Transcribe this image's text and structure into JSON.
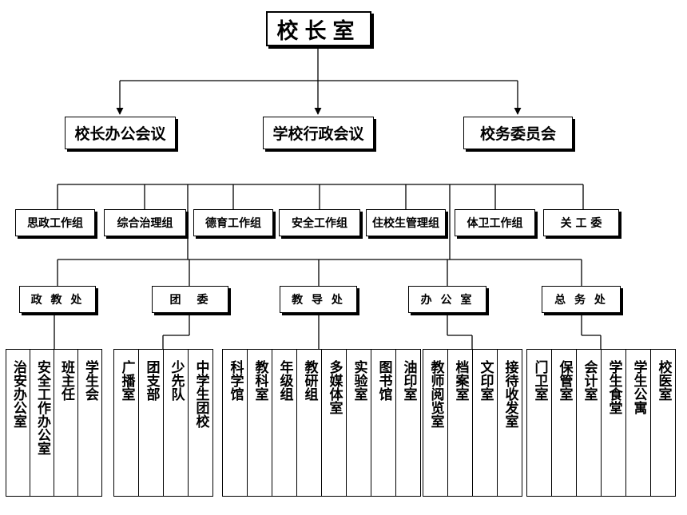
{
  "principal": "校长室",
  "councils": [
    "校长办公会议",
    "学校行政会议",
    "校务委员会"
  ],
  "groups": [
    "思政工作组",
    "综合治理组",
    "德育工作组",
    "安全工作组",
    "住校生管理组",
    "体卫工作组",
    "关 工 委"
  ],
  "departments": [
    {
      "name": "政 教 处",
      "units": [
        "治安办公室",
        "安全工作办公室",
        "班主任",
        "学生会"
      ]
    },
    {
      "name": "团　委",
      "units": [
        "广播室",
        "团支部",
        "少先队",
        "中学生团校"
      ]
    },
    {
      "name": "教 导 处",
      "units": [
        "科学馆",
        "教科室",
        "年级组",
        "教研组",
        "多媒体室",
        "实验室",
        "图书馆",
        "油印室"
      ]
    },
    {
      "name": "办 公 室",
      "units": [
        "教师阅览室",
        "档案室",
        "文印室",
        "接待收发室"
      ]
    },
    {
      "name": "总 务 处",
      "units": [
        "门卫室",
        "保管室",
        "会计室",
        "学生食堂",
        "学生公寓",
        "校医室"
      ]
    }
  ]
}
